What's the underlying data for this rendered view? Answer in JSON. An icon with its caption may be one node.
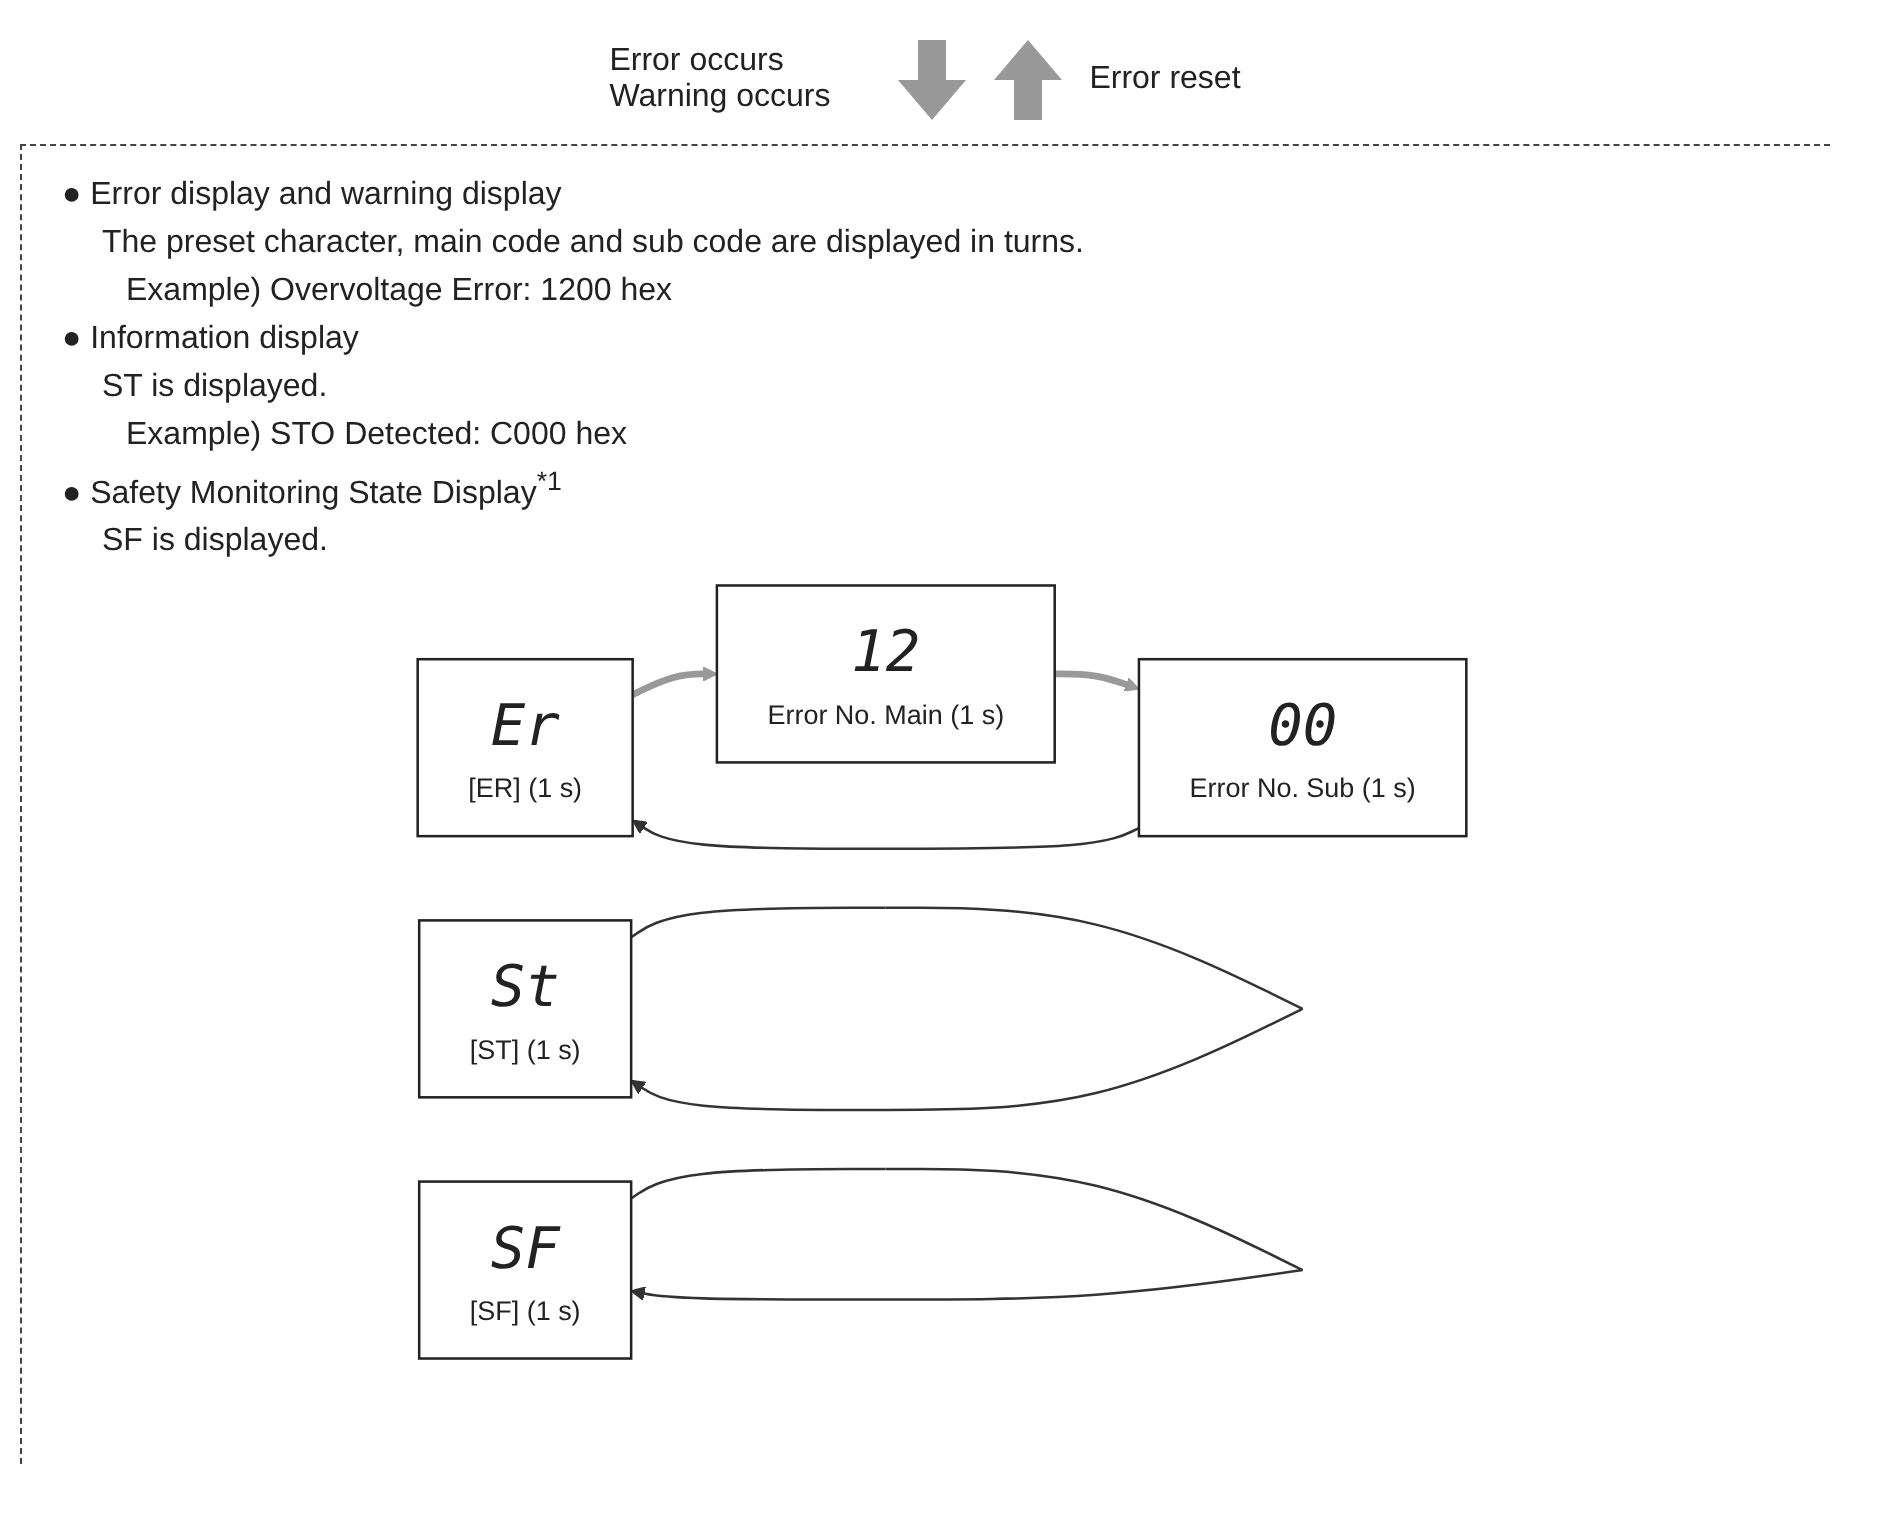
{
  "diagram": {
    "nodes": [
      {
        "text": [
          "Er",
          "[ER] (1 s)"
        ]
      },
      {
        "text": [
          "12",
          "Error No. Main (1 s)"
        ]
      },
      {
        "text": [
          "00",
          "Error No. Sub (1 s)"
        ]
      },
      {
        "text": [
          "St",
          "[ST] (1 s)"
        ]
      },
      {
        "text": [
          "SF",
          "[SF] (1 s)"
        ]
      }
    ],
    "edges": [
      {
        "from": 0,
        "to": 1,
        "arrow": "to",
        "style": "thick",
        "color": "#999999"
      },
      {
        "from": 1,
        "to": 2,
        "arrow": "to",
        "style": "thick",
        "color": "#999999"
      },
      {
        "from": 2,
        "to": 0,
        "arrow": "to"
      },
      {
        "from": 3,
        "to": 3,
        "arrow": "to"
      },
      {
        "from": 4,
        "to": 4,
        "arrow": "to"
      }
    ],
    "labels": [
      "Error occurs Warning occurs",
      "Error reset",
      "● Error display and warning display",
      "The preset character, main code and sub code are displayed in turns.",
      "Example) Overvoltage Error: 1200 hex",
      "● Information display",
      "ST is displayed.",
      "Example) STO Detected: C000 hex",
      "● Safety Monitoring State Display$^{*1}$",
      "SF is displayed."
    ]
  }
}
